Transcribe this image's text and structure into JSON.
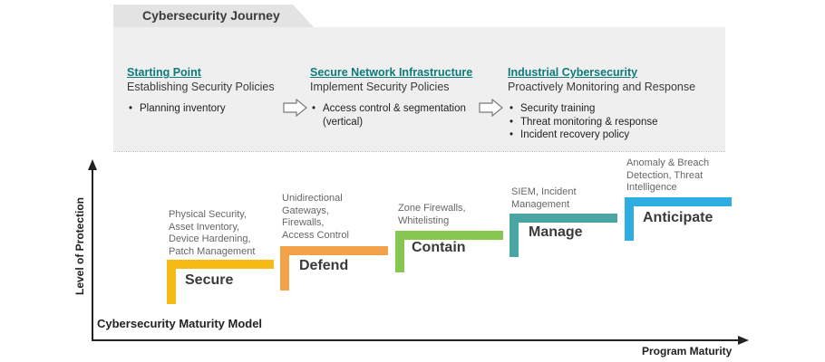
{
  "journey": {
    "title": "Cybersecurity Journey",
    "stages": [
      {
        "title": "Starting Point",
        "subtitle": "Establishing Security Policies",
        "bullets": [
          "Planning inventory"
        ]
      },
      {
        "title": "Secure Network Infrastructure",
        "subtitle": "Implement Security Policies",
        "bullets": [
          "Access control & segmentation (vertical)"
        ]
      },
      {
        "title": "Industrial Cybersecurity",
        "subtitle": "Proactively Monitoring and Response",
        "bullets": [
          "Security training",
          "Threat monitoring & response",
          "Incident recovery policy"
        ]
      }
    ]
  },
  "maturity_model": {
    "title": "Cybersecurity Maturity Model",
    "y_axis_label": "Level of Protection",
    "x_axis_label": "Program Maturity",
    "steps": [
      {
        "name": "Secure",
        "color": "#f5b400",
        "lines": [
          "Physical Security,",
          "Asset Inventory,",
          "Device Hardening,",
          "Patch Management"
        ]
      },
      {
        "name": "Defend",
        "color": "#f39a3a",
        "lines": [
          "Unidirectional",
          "Gateways,",
          "Firewalls,",
          "Access Control"
        ]
      },
      {
        "name": "Contain",
        "color": "#7cc242",
        "lines": [
          "Zone Firewalls,",
          "Whitelisting"
        ]
      },
      {
        "name": "Manage",
        "color": "#3a9e9a",
        "lines": [
          "SIEM, Incident",
          "Management"
        ]
      },
      {
        "name": "Anticipate",
        "color": "#1ba6e0",
        "lines": [
          "Anomaly & Breach",
          "Detection, Threat",
          "Intelligence"
        ]
      }
    ]
  }
}
